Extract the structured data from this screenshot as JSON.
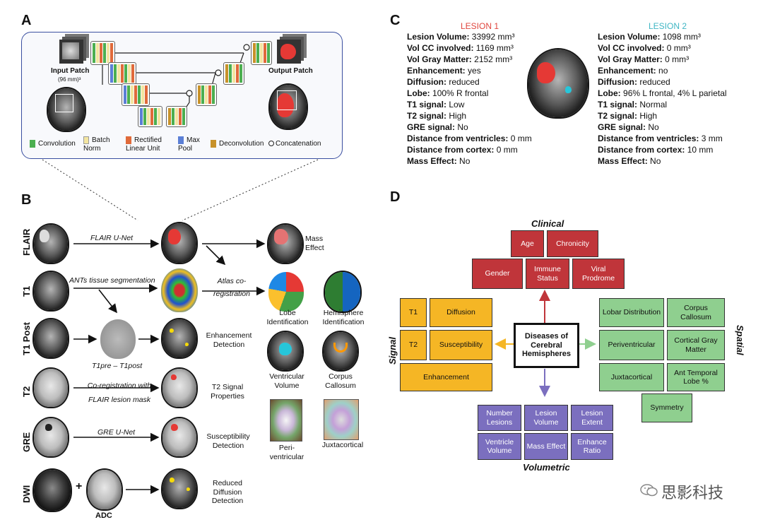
{
  "panel_a": {
    "letter": "A",
    "input_patch": "Input Patch",
    "input_size": "(96 mm)³",
    "output_patch": "Output Patch",
    "legend": [
      {
        "label": "Convolution",
        "color": "#4caf50"
      },
      {
        "label": "Batch Norm",
        "color": "#f3e5a0"
      },
      {
        "label": "Rectified Linear Unit",
        "color": "#e06a3a"
      },
      {
        "label": "Max Pool",
        "color": "#5b7fd6"
      },
      {
        "label": "Deconvolution",
        "color": "#c8922a"
      },
      {
        "label": "Concatenation",
        "color": "#ffffff"
      }
    ]
  },
  "panel_b": {
    "letter": "B",
    "rows": [
      "FLAIR",
      "T1",
      "T1 Post",
      "T2",
      "GRE",
      "DWI"
    ],
    "arrows": {
      "flair_unet": "FLAIR U-Net",
      "ants": "ANTs tissue segmentation",
      "atlas": "Atlas co-registration",
      "subtraction": "T1pre – T1post",
      "coreg": "Co-registration with FLAIR lesion mask",
      "gre_unet": "GRE U-Net"
    },
    "outputs": {
      "mass_effect": "Mass Effect",
      "lobe": "Lobe Identification",
      "hemisphere": "Hemisphere Identification",
      "enhancement": "Enhancement Detection",
      "ventricular": "Ventricular Volume",
      "corpus": "Corpus Callosum",
      "t2signal": "T2 Signal Properties",
      "periventricular": "Peri-ventricular",
      "juxtacortical": "Juxtacortical",
      "susceptibility": "Susceptibility Detection",
      "diffusion": "Reduced Diffusion Detection",
      "plus": "+",
      "adc": "ADC"
    }
  },
  "panel_c": {
    "letter": "C",
    "lesion1": {
      "title": "LESION 1",
      "color": "#e0463e",
      "rows": [
        {
          "k": "Lesion Volume:",
          "v": "33992 mm³"
        },
        {
          "k": "Vol CC involved:",
          "v": "1169 mm³"
        },
        {
          "k": "Vol Gray Matter:",
          "v": "2152 mm³"
        },
        {
          "k": "Enhancement:",
          "v": "yes"
        },
        {
          "k": "Diffusion:",
          "v": "reduced"
        },
        {
          "k": "Lobe:",
          "v": "100% R frontal"
        },
        {
          "k": "T1 signal:",
          "v": "Low"
        },
        {
          "k": "T2 signal:",
          "v": "High"
        },
        {
          "k": "GRE signal:",
          "v": "No"
        },
        {
          "k": "Distance from ventricles:",
          "v": "0 mm"
        },
        {
          "k": "Distance from cortex:",
          "v": "0 mm"
        },
        {
          "k": "Mass Effect:",
          "v": "No"
        }
      ]
    },
    "lesion2": {
      "title": "LESION 2",
      "color": "#3fb6c4",
      "rows": [
        {
          "k": "Lesion Volume:",
          "v": "1098 mm³"
        },
        {
          "k": "Vol CC involved:",
          "v": "0 mm³"
        },
        {
          "k": "Vol Gray Matter:",
          "v": "0 mm³"
        },
        {
          "k": "Enhancement:",
          "v": "no"
        },
        {
          "k": "Diffusion:",
          "v": "reduced"
        },
        {
          "k": "Lobe:",
          "v": "96% L frontal, 4% L parietal"
        },
        {
          "k": "T1 signal:",
          "v": "Normal"
        },
        {
          "k": "T2 signal:",
          "v": "High"
        },
        {
          "k": "GRE signal:",
          "v": "No"
        },
        {
          "k": "Distance from ventricles:",
          "v": "3 mm"
        },
        {
          "k": "Distance from cortex:",
          "v": "10 mm"
        },
        {
          "k": "Mass Effect:",
          "v": "No"
        }
      ]
    }
  },
  "panel_d": {
    "letter": "D",
    "center": "Diseases of Cerebral Hemispheres",
    "clinical_title": "Clinical",
    "clinical": [
      "Age",
      "Chronicity",
      "Gender",
      "Immune Status",
      "Viral Prodrome"
    ],
    "signal_title": "Signal",
    "signal": [
      "T1",
      "Diffusion",
      "T2",
      "Susceptibility",
      "Enhancement"
    ],
    "spatial_title": "Spatial",
    "spatial": [
      "Lobar Distribution",
      "Corpus Callosum",
      "Periventricular",
      "Cortical Gray Matter",
      "Juxtacortical",
      "Ant Temporal Lobe %",
      "Symmetry"
    ],
    "volumetric_title": "Volumetric",
    "volumetric": [
      "Number Lesions",
      "Lesion Volume",
      "Lesion Extent",
      "Ventricle Volume",
      "Mass Effect",
      "Enhance Ratio"
    ]
  },
  "watermark": "思影科技"
}
